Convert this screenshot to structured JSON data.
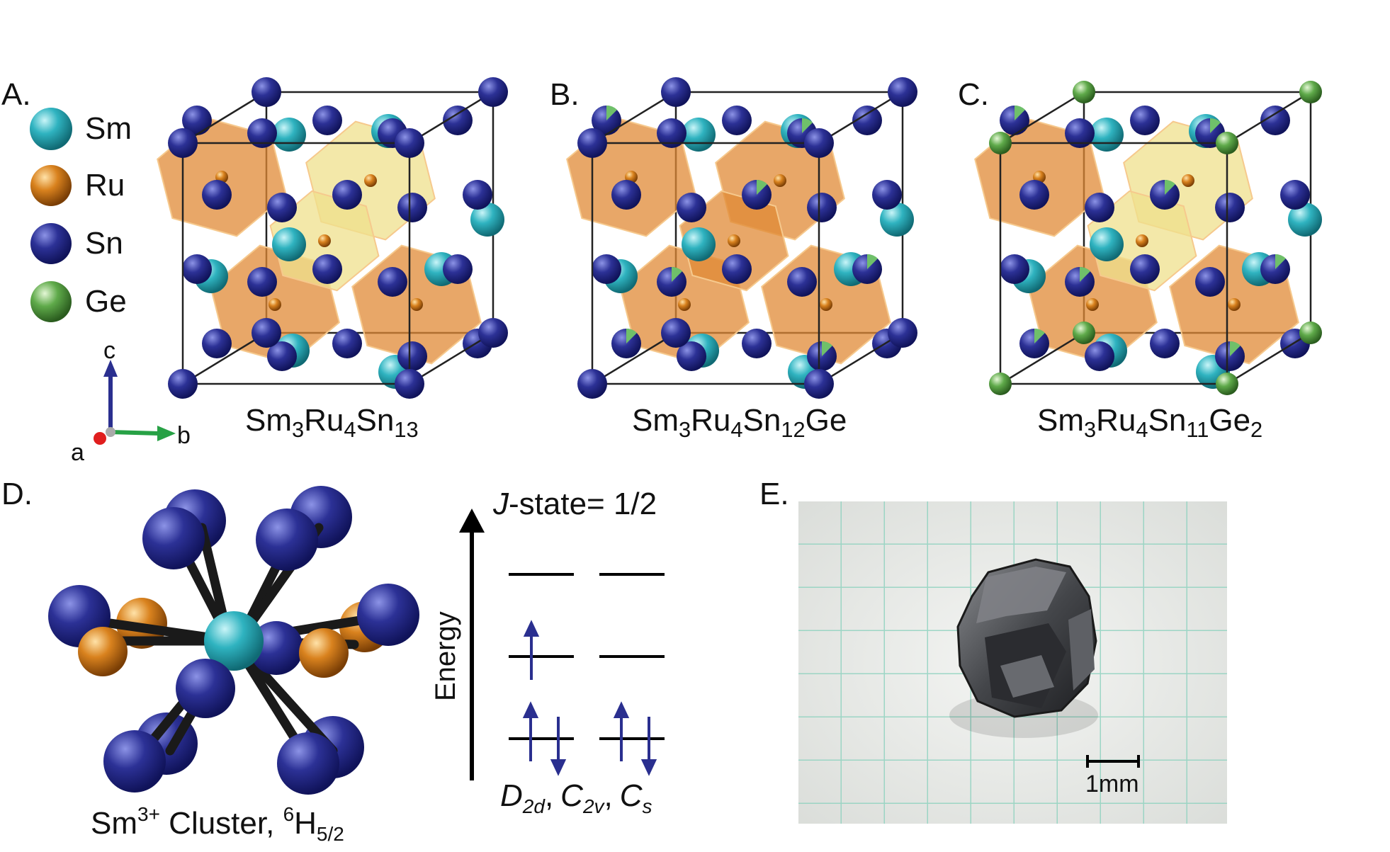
{
  "panels": {
    "a": {
      "label": "A.",
      "formula": {
        "sm": "Sm",
        "sm_n": "3",
        "ru": "Ru",
        "ru_n": "4",
        "sn": "Sn",
        "sn_n": "13"
      }
    },
    "b": {
      "label": "B.",
      "formula": {
        "sm": "Sm",
        "sm_n": "3",
        "ru": "Ru",
        "ru_n": "4",
        "sn": "Sn",
        "sn_n": "12",
        "ge": "Ge"
      }
    },
    "c": {
      "label": "C.",
      "formula": {
        "sm": "Sm",
        "sm_n": "3",
        "ru": "Ru",
        "ru_n": "4",
        "sn": "Sn",
        "sn_n": "11",
        "ge": "Ge",
        "ge_n": "2"
      }
    },
    "d": {
      "label": "D.",
      "cluster": {
        "name": "Sm",
        "charge": "3+",
        "suffix": " Cluster, ",
        "mult": "6",
        "term": "H",
        "j": "5/2"
      }
    },
    "e": {
      "label": "E.",
      "scale_bar": "1mm"
    }
  },
  "legend": [
    {
      "label": "Sm",
      "color": "#2fb3c0"
    },
    {
      "label": "Ru",
      "color": "#d9821e"
    },
    {
      "label": "Sn",
      "color": "#2a2f8f"
    },
    {
      "label": "Ge",
      "color": "#5faa4a"
    }
  ],
  "axes": {
    "c": "c",
    "b": "b",
    "a": "a"
  },
  "energy": {
    "jstate_j": "J",
    "jstate_rest": "-state= 1/2",
    "axis_label": "Energy",
    "symmetry": {
      "d": "D",
      "d_sub": "2d",
      "c1": "C",
      "c1_sub": "2v",
      "c2": "C",
      "c2_sub": "s",
      "sep": ","
    }
  },
  "colors": {
    "sm": "#2fb3c0",
    "ru": "#d9821e",
    "sn": "#2a2f8f",
    "ge": "#5faa4a",
    "poly": "#e08a35",
    "poly_yellow": "#f0e08a",
    "grid": "#8fd2bf"
  }
}
